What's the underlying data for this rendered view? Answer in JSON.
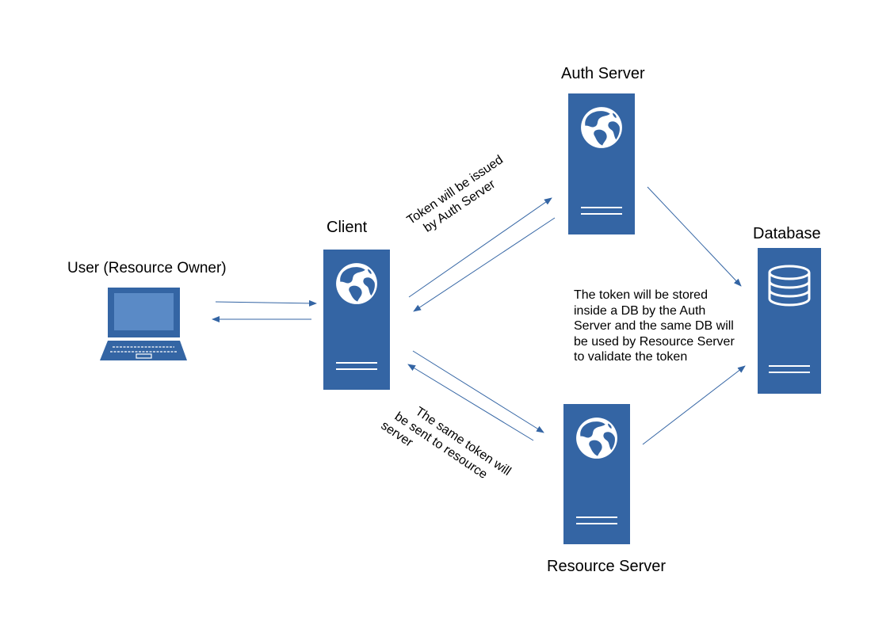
{
  "colors": {
    "server_fill": "#3465a4",
    "arrow": "#3465a4",
    "screen": "#5a8ac6",
    "icon_white": "#ffffff"
  },
  "nodes": {
    "user": {
      "label": "User (Resource Owner)",
      "icon": "laptop-icon"
    },
    "client": {
      "label": "Client",
      "icon": "server-globe-icon"
    },
    "auth": {
      "label": "Auth Server",
      "icon": "server-globe-icon"
    },
    "resource": {
      "label": "Resource Server",
      "icon": "server-globe-icon"
    },
    "database": {
      "label": "Database",
      "icon": "database-icon"
    }
  },
  "notes": {
    "token_issued": [
      "Token will be issued",
      "by Auth Server"
    ],
    "same_token": [
      "The same token will",
      "be sent to resource",
      "server"
    ],
    "db_note": [
      "The token will be stored",
      "inside a DB by the Auth",
      "Server and the same DB will",
      "be used by Resource Server",
      "to validate the token"
    ]
  }
}
